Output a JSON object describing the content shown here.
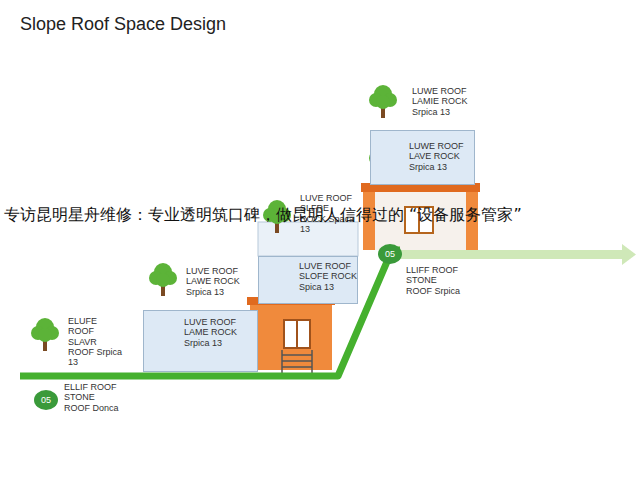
{
  "diagram": {
    "title": "Slope Roof Space Design",
    "nodes": [
      {
        "text": [
          "LUWE ROOF LAVE ROCK Srpica 13"
        ]
      },
      {
        "text": [
          "LUVE ROOF SLOFE ROCK Spica 13"
        ]
      },
      {
        "text": [
          "LUVE ROOF LAME ROCK Srpica 13"
        ]
      },
      {
        "text": [
          "05"
        ]
      },
      {
        "text": [
          "05"
        ]
      }
    ],
    "labels": [
      "LUWE ROOF LAMIE ROCK Srpica 13",
      "LUVE ROOF SLFRE ROCK Spaca 13",
      "LUVE ROOF LAWE ROCK Srpica 13",
      "ELUFE ROOF SLAVR ROOF Srpica 13",
      "LLIFF ROOF STONE ROOF Srpica",
      "ELLIF ROOF STONE ROOF Donca",
      "专访昆明星舟维修：专业透明筑口碑，做昆明人信得过的 “设备服务管家”"
    ]
  }
}
